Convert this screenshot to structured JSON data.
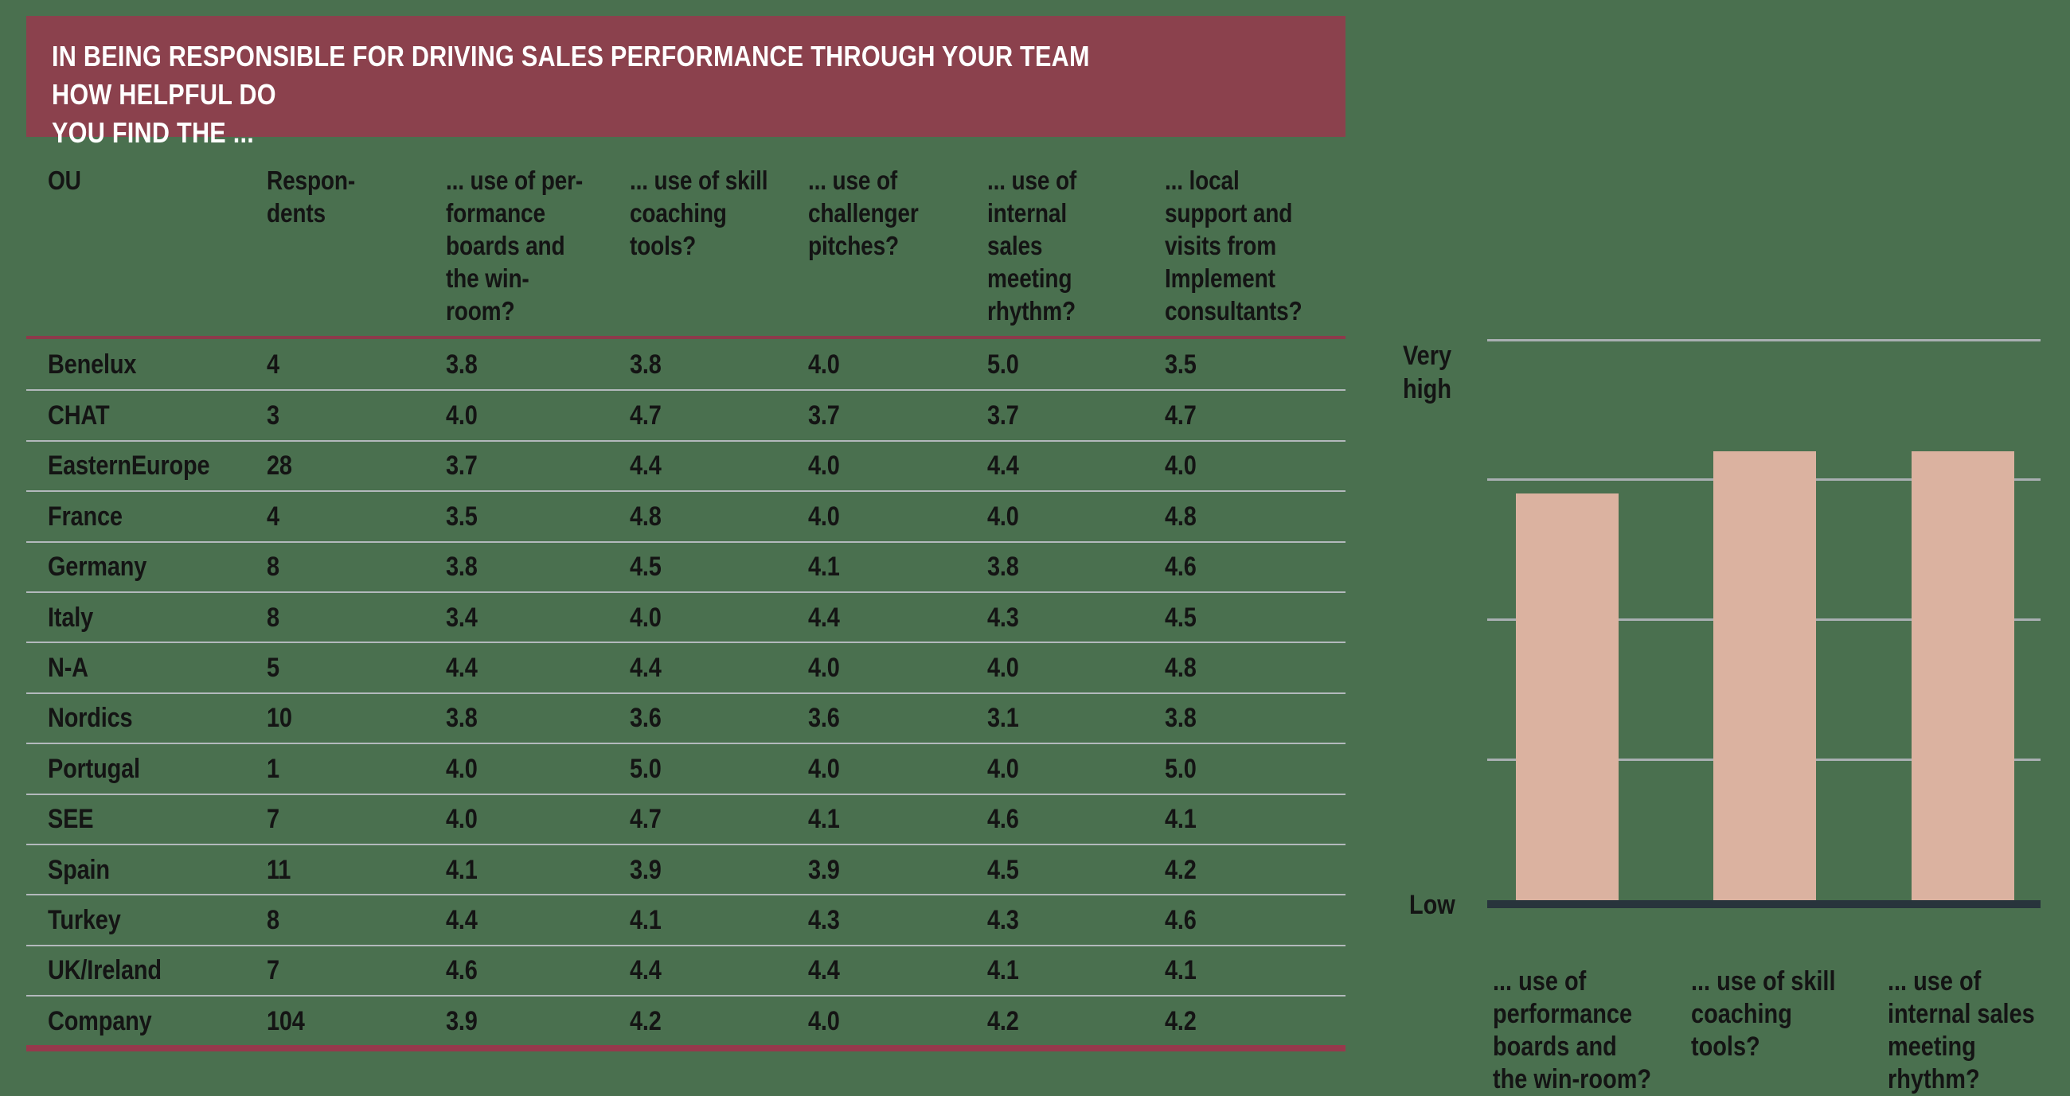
{
  "banner": {
    "title": "IN BEING RESPONSIBLE FOR DRIVING SALES PERFORMANCE THROUGH YOUR TEAM HOW HELPFUL DO YOU FIND THE ...",
    "title_display": "IN BEING RESPONSIBLE FOR DRIVING SALES PERFORMANCE THROUGH YOUR TEAM HOW HELPFUL DO\nYOU FIND THE ..."
  },
  "table": {
    "headers": [
      "OU",
      "Respon-\ndents",
      "... use of per-\nformance\nboards and\nthe win-\nroom?",
      "... use of skill\ncoaching\ntools?",
      "... use of\nchallenger\npitches?",
      "... use of\ninternal\nsales\nmeeting\nrhythm?",
      "... local\nsupport and\nvisits from\nImplement\nconsultants?"
    ],
    "rows": [
      [
        "Benelux",
        "4",
        "3.8",
        "3.8",
        "4.0",
        "5.0",
        "3.5"
      ],
      [
        "CHAT",
        "3",
        "4.0",
        "4.7",
        "3.7",
        "3.7",
        "4.7"
      ],
      [
        "EasternEurope",
        "28",
        "3.7",
        "4.4",
        "4.0",
        "4.4",
        "4.0"
      ],
      [
        "France",
        "4",
        "3.5",
        "4.8",
        "4.0",
        "4.0",
        "4.8"
      ],
      [
        "Germany",
        "8",
        "3.8",
        "4.5",
        "4.1",
        "3.8",
        "4.6"
      ],
      [
        "Italy",
        "8",
        "3.4",
        "4.0",
        "4.4",
        "4.3",
        "4.5"
      ],
      [
        "N-A",
        "5",
        "4.4",
        "4.4",
        "4.0",
        "4.0",
        "4.8"
      ],
      [
        "Nordics",
        "10",
        "3.8",
        "3.6",
        "3.6",
        "3.1",
        "3.8"
      ],
      [
        "Portugal",
        "1",
        "4.0",
        "5.0",
        "4.0",
        "4.0",
        "5.0"
      ],
      [
        "SEE",
        "7",
        "4.0",
        "4.7",
        "4.1",
        "4.6",
        "4.1"
      ],
      [
        "Spain",
        "11",
        "4.1",
        "3.9",
        "3.9",
        "4.5",
        "4.2"
      ],
      [
        "Turkey",
        "8",
        "4.4",
        "4.1",
        "4.3",
        "4.3",
        "4.6"
      ],
      [
        "UK/Ireland",
        "7",
        "4.6",
        "4.4",
        "4.4",
        "4.1",
        "4.1"
      ],
      [
        "Company",
        "104",
        "3.9",
        "4.2",
        "4.0",
        "4.2",
        "4.2"
      ]
    ]
  },
  "chart": {
    "ylabel_top": "Very\nhigh",
    "ylabel_bottom": "Low",
    "x_labels": [
      "... use of\nperformance\nboards and\nthe win-room?",
      "... use of skill\ncoaching\ntools?",
      "... use of\ninternal sales\nmeeting\nrhythm?"
    ]
  },
  "chart_data": {
    "type": "bar",
    "categories": [
      "... use of performance boards and the win-room?",
      "... use of skill coaching tools?",
      "... use of internal sales meeting rhythm?"
    ],
    "values": [
      3.9,
      4.2,
      4.2
    ],
    "title": "",
    "xlabel": "",
    "ylabel": "",
    "ylim": [
      1,
      5
    ],
    "yaxis_text_labels": {
      "top": "Very high",
      "bottom": "Low"
    },
    "gridlines_at": [
      2,
      3,
      4,
      5
    ],
    "grid": "on",
    "legend": "none"
  },
  "colors": {
    "background": "#4A704F",
    "banner_bg": "#8B414D",
    "banner_text": "#FFFFFF",
    "text": "#141414",
    "header_rule": "#8D3A4B",
    "bottom_rule": "#96394C",
    "row_separator": "#B3B9BC",
    "bar_fill": "#DBB2A0",
    "chart_gridline": "#A9AFB2",
    "chart_axis": "#28343C"
  }
}
